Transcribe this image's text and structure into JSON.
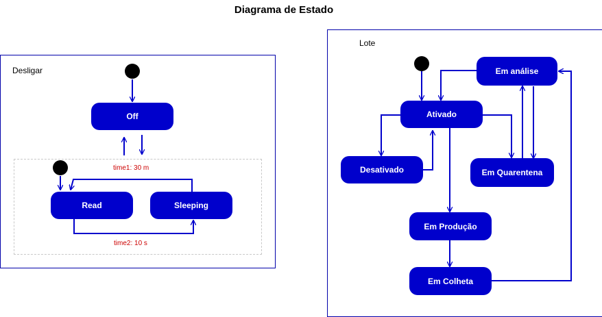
{
  "diagram": {
    "title": "Diagrama de Estado",
    "colors": {
      "state_fill": "#0000cc",
      "edge": "#0000cc",
      "frame": "#0000aa",
      "transition_text": "#cc0000"
    },
    "desligar": {
      "label": "Desligar",
      "states": {
        "off": "Off",
        "read": "Read",
        "sleeping": "Sleeping"
      },
      "transitions": {
        "t1": "time1: 30 m",
        "t2": "time2:  10 s"
      }
    },
    "lote": {
      "label": "Lote",
      "states": {
        "ativado": "Ativado",
        "em_analise": "Em análise",
        "desativado": "Desativado",
        "em_quarentena": "Em Quarentena",
        "em_producao": "Em Produção",
        "em_colheta": "Em Colheta"
      }
    }
  }
}
